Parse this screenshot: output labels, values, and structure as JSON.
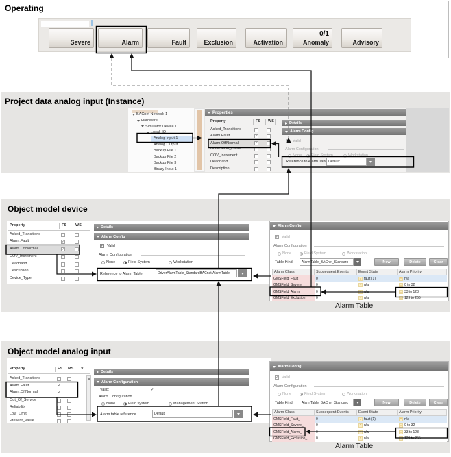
{
  "s1": {
    "title": "Operating",
    "buttons": [
      {
        "label": "Severe"
      },
      {
        "label": "Alarm"
      },
      {
        "label": "Fault"
      },
      {
        "label": "Exclusion"
      },
      {
        "label": "Activation"
      },
      {
        "label": "Anomaly",
        "badge": "0/1"
      },
      {
        "label": "Advisory"
      }
    ]
  },
  "s2": {
    "title": "Project data analog input (Instance)",
    "tree": {
      "items": [
        "BACnet Network 1",
        "Hardware",
        "Simulator Device 1",
        "Local_IO",
        "Analog Input 1",
        "Analog Output 1",
        "Backup File 1",
        "Backup File 2",
        "Backup File 3",
        "Binary Input 1"
      ]
    },
    "properties": {
      "header": "Properties",
      "columns": [
        "Property",
        "FS",
        "WS"
      ],
      "rows": [
        {
          "name": "Acked_Transitions",
          "fs": "",
          "ws": ""
        },
        {
          "name": "Alarm.Fault",
          "fs": "✓",
          "ws": ""
        },
        {
          "name": "Alarm.OffNormal",
          "fs": "✓",
          "ws": ""
        },
        {
          "name": "Notification_Class",
          "fs": "",
          "ws": ""
        },
        {
          "name": "COV_Increment",
          "fs": "",
          "ws": ""
        },
        {
          "name": "Deadband",
          "fs": "",
          "ws": ""
        },
        {
          "name": "Description",
          "fs": "",
          "ws": ""
        }
      ]
    },
    "details_header": "Details",
    "alarm_config": {
      "header": "Alarm Config",
      "valid_label": "Valid",
      "valid_check": "",
      "group_label": "Alarm Configuration",
      "radios": [
        {
          "label": "None",
          "selected": false
        },
        {
          "label": "Field System",
          "selected": true
        },
        {
          "label": "Workstation",
          "selected": false
        }
      ],
      "reference_label": "Reference to Alarm Table",
      "reference_value": "Default:"
    }
  },
  "s3": {
    "title": "Object model device",
    "properties": {
      "columns": [
        "Property",
        "FS",
        "WS"
      ],
      "rows": [
        {
          "name": "Acked_Transitions",
          "fs": "",
          "ws": ""
        },
        {
          "name": "Alarm.Fault",
          "fs": "✓",
          "ws": ""
        },
        {
          "name": "Alarm.OffNormal",
          "fs": "✓",
          "ws": ""
        },
        {
          "name": "COV_Increment",
          "fs": "",
          "ws": ""
        },
        {
          "name": "Deadband",
          "fs": "",
          "ws": ""
        },
        {
          "name": "Description",
          "fs": "",
          "ws": ""
        },
        {
          "name": "Device_Type",
          "fs": "",
          "ws": ""
        }
      ]
    },
    "details_header": "Details",
    "alarm_config": {
      "header": "Alarm Config",
      "valid_label": "Valid",
      "valid_check": "✓",
      "group_label": "Alarm Configuration",
      "radios": [
        {
          "label": "None",
          "selected": false
        },
        {
          "label": "Field System",
          "selected": true
        },
        {
          "label": "Workstation",
          "selected": false
        }
      ],
      "reference_label": "Reference to Alarm Table",
      "reference_value": "DriverAlarmTable_StandardBACnet.AlarmTable"
    },
    "table_panel": {
      "header": "Alarm Config",
      "valid_label": "Valid",
      "valid_check": "✓",
      "group_label": "Alarm Configuration",
      "radios": [
        {
          "label": "None",
          "selected": false
        },
        {
          "label": "Field System",
          "selected": true
        },
        {
          "label": "Workstation",
          "selected": false
        }
      ],
      "table_kind_label": "Table Kind",
      "table_kind_value": "AlarmTable_BACnet_Standard",
      "buttons": [
        {
          "label": "New"
        },
        {
          "label": "Delete"
        },
        {
          "label": "Clear"
        }
      ],
      "columns": [
        "Alarm Class",
        "Subsequent Events",
        "Event State",
        "Alarm Priority"
      ],
      "rows": [
        {
          "alarm_class": "GMSField_Fault_",
          "subsequent_events": "0",
          "event_state_icon": "=",
          "event_state": "fault (1)",
          "priority_icon": "*",
          "alarm_priority": "n/a"
        },
        {
          "alarm_class": "GMSField_Severe_",
          "subsequent_events": "0",
          "event_state_icon": "*",
          "event_state": "n/a",
          "priority_icon": "..",
          "alarm_priority": "0 to 32"
        },
        {
          "alarm_class": "GMSField_Alarm_",
          "subsequent_events": "0",
          "event_state_icon": "*",
          "event_state": "n/a",
          "priority_icon": "..",
          "alarm_priority": "33 to 128"
        },
        {
          "alarm_class": "GMSField_Exclusion_",
          "subsequent_events": "0",
          "event_state_icon": "*",
          "event_state": "n/a",
          "priority_icon": "..",
          "alarm_priority": "129 to 255"
        }
      ],
      "caption": "Alarm Table"
    }
  },
  "s4": {
    "title": "Object model analog input",
    "properties": {
      "columns": [
        "Property",
        "FS",
        "MS",
        "VL"
      ],
      "rows": [
        {
          "name": "Acked_Transitions",
          "fs": "",
          "ms": ""
        },
        {
          "name": "Alarm.Fault",
          "fs": "✓",
          "ms": ""
        },
        {
          "name": "Alarm.OffNormal",
          "fs": "✓",
          "ms": ""
        },
        {
          "name": "Out_Of_Service",
          "fs": "",
          "ms": ""
        },
        {
          "name": "Reliability",
          "fs": "",
          "ms": ""
        },
        {
          "name": "Low_Limit",
          "fs": "",
          "ms": ""
        },
        {
          "name": "Present_Value",
          "fs": "",
          "ms": ""
        }
      ]
    },
    "details_header": "Details",
    "alarm_config": {
      "header": "Alarm Configuration",
      "valid_label": "Valid:",
      "valid_check": "✓",
      "group_label": "Alarm Configuration",
      "radios": [
        {
          "label": "None",
          "selected": false
        },
        {
          "label": "Field system",
          "selected": true
        },
        {
          "label": "Management Station",
          "selected": false
        }
      ],
      "reference_label": "Alarm table reference",
      "reference_value": "Default"
    },
    "table_panel": {
      "header": "Alarm Config",
      "valid_label": "Valid",
      "valid_check": "✓",
      "group_label": "Alarm Configuration",
      "radios": [
        {
          "label": "None",
          "selected": false
        },
        {
          "label": "Field System",
          "selected": true
        },
        {
          "label": "Workstation",
          "selected": false
        }
      ],
      "table_kind_label": "Table Kind",
      "table_kind_value": "AlarmTable_BACnet_Standard",
      "buttons": [
        {
          "label": "New"
        },
        {
          "label": "Delete"
        },
        {
          "label": "Clear"
        }
      ],
      "columns": [
        "Alarm Class",
        "Subsequent Events",
        "Event State",
        "Alarm Priority"
      ],
      "rows": [
        {
          "alarm_class": "GMSField_Fault_",
          "subsequent_events": "0",
          "event_state_icon": "=",
          "event_state": "fault (1)",
          "priority_icon": "*",
          "alarm_priority": "n/a"
        },
        {
          "alarm_class": "GMSField_Severe_",
          "subsequent_events": "0",
          "event_state_icon": "*",
          "event_state": "n/a",
          "priority_icon": "..",
          "alarm_priority": "0 to 32"
        },
        {
          "alarm_class": "GMSField_Alarm_",
          "subsequent_events": "0",
          "event_state_icon": "*",
          "event_state": "n/a",
          "priority_icon": "..",
          "alarm_priority": "33 to 128"
        },
        {
          "alarm_class": "GMSField_Exclusion_",
          "subsequent_events": "0",
          "event_state_icon": "*",
          "event_state": "n/a",
          "priority_icon": "..",
          "alarm_priority": "129 to 255"
        }
      ],
      "caption": "Alarm Table"
    }
  }
}
